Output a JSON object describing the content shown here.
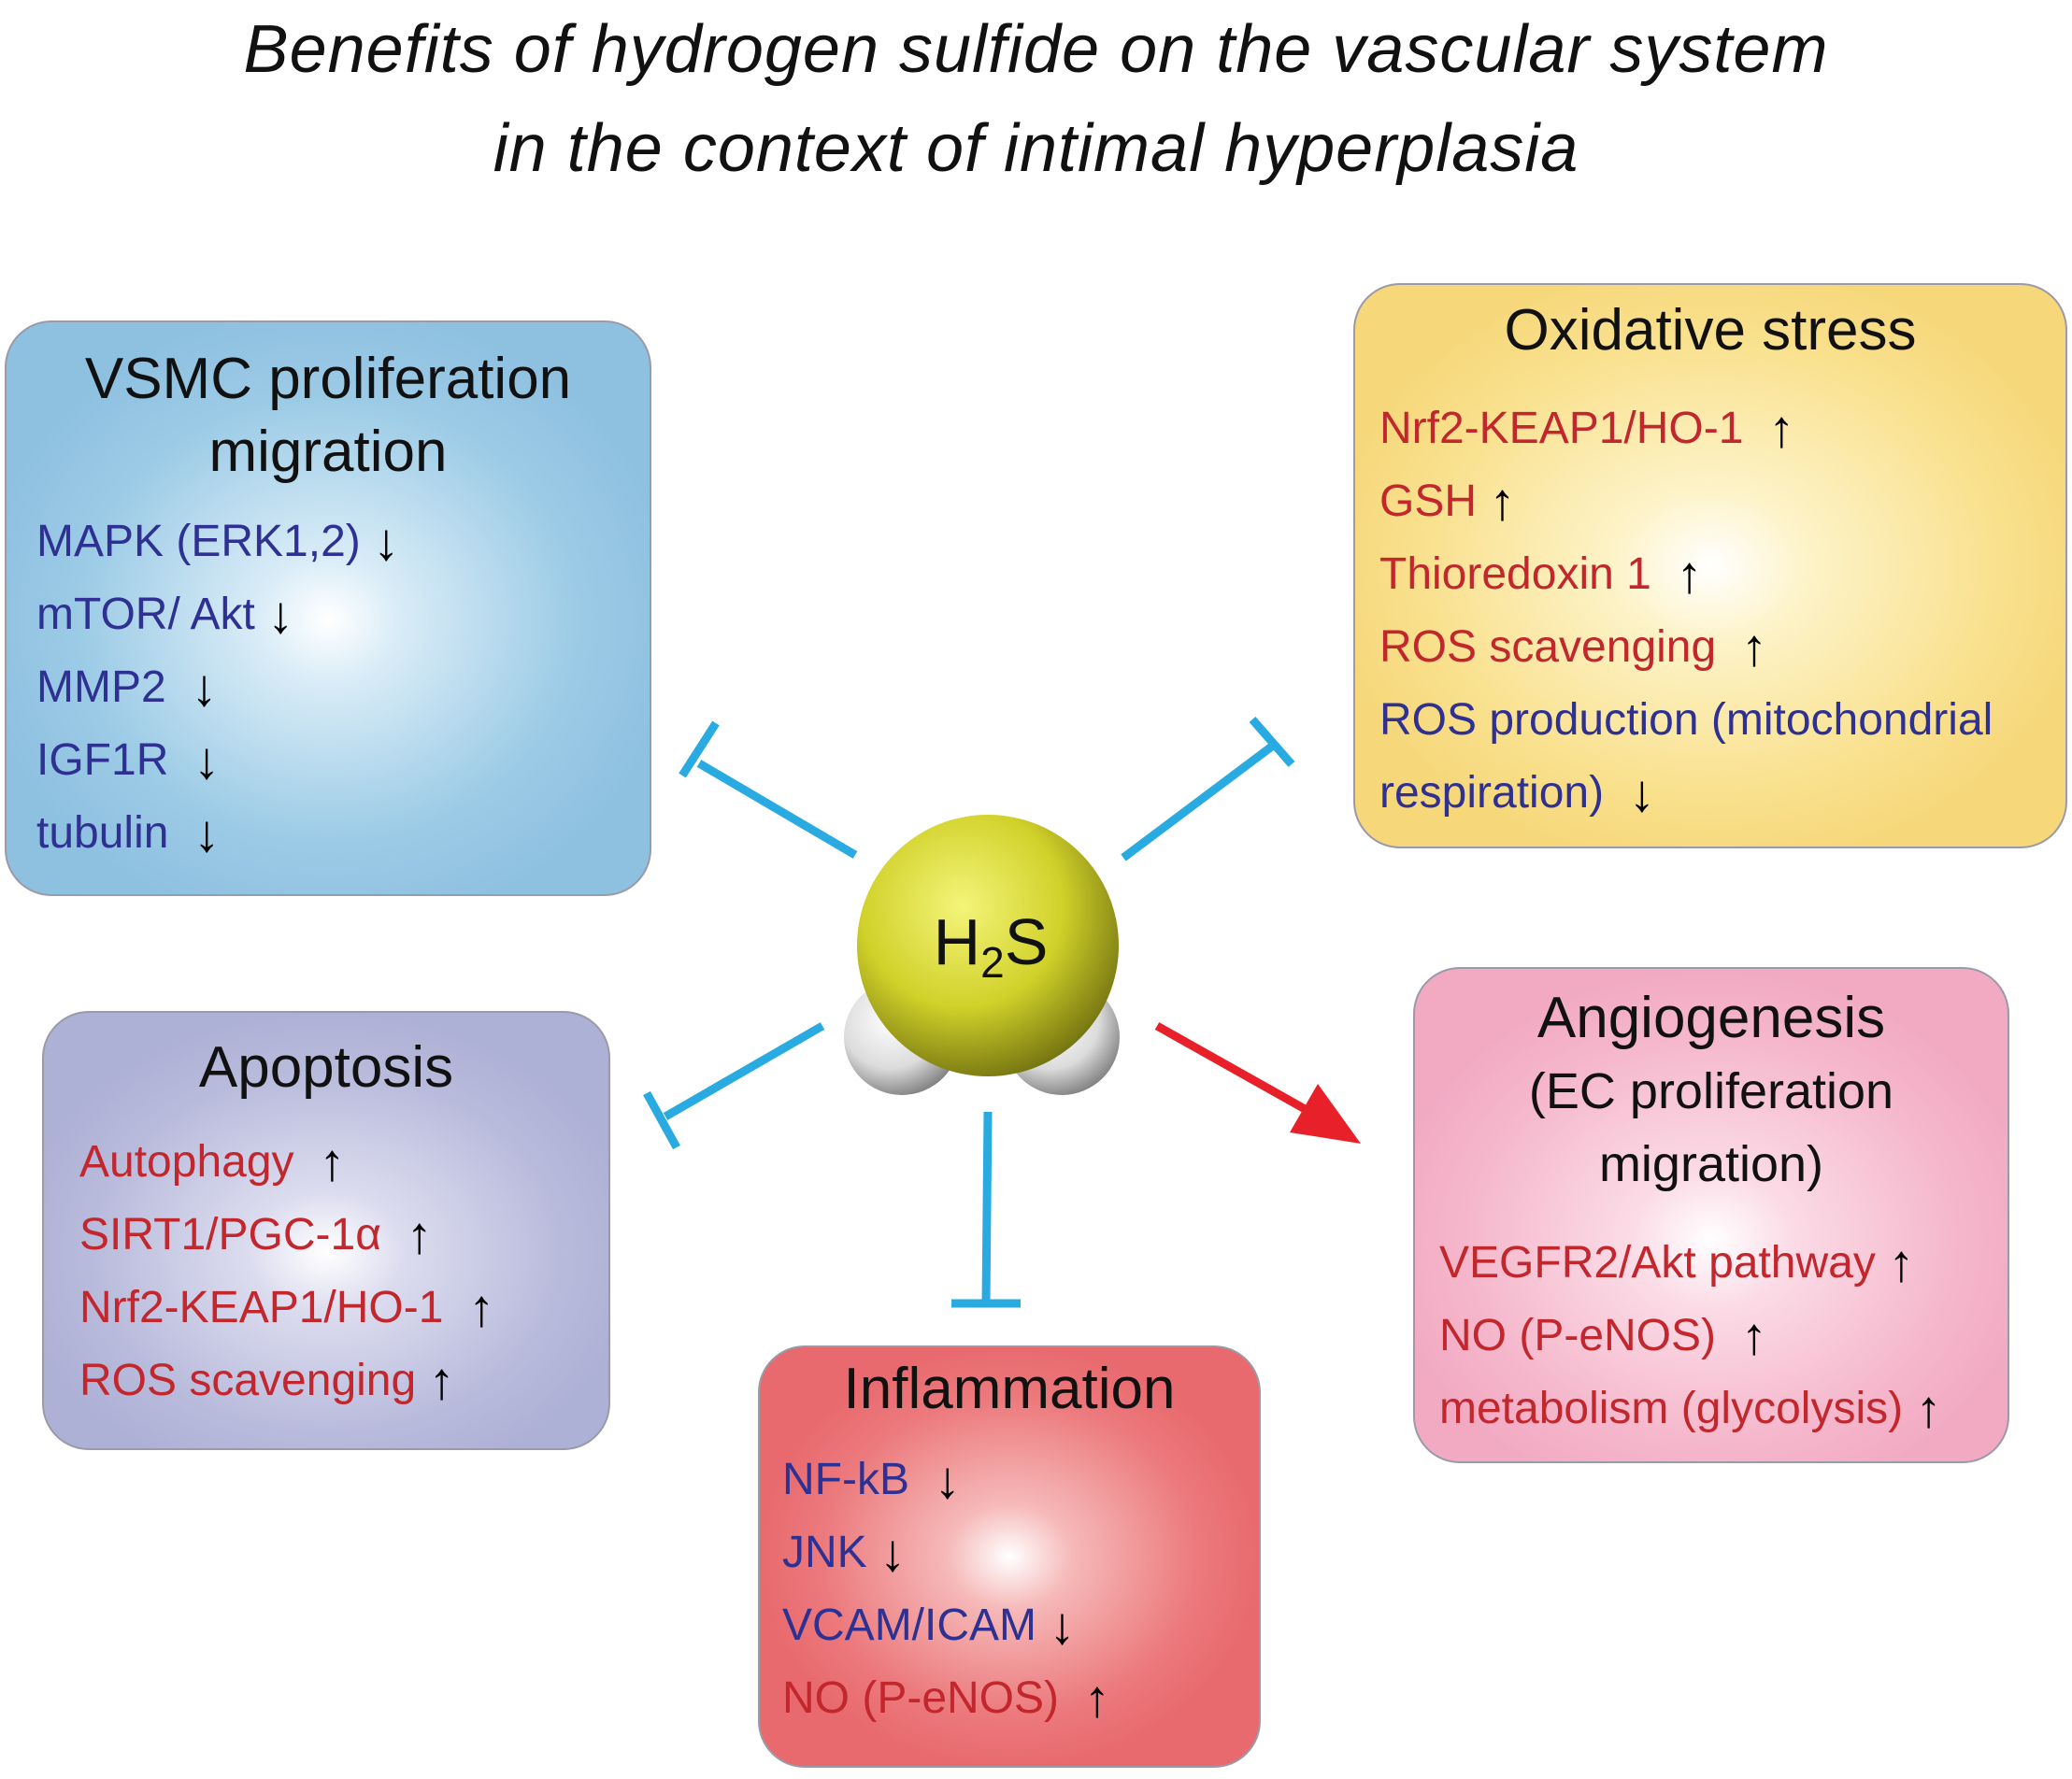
{
  "title": {
    "line1": "Benefits of hydrogen sulfide on the vascular system",
    "line2": "in the context of intimal hyperplasia"
  },
  "center": {
    "molecule": "H",
    "subscript": "2",
    "suffix": "S"
  },
  "boxes": {
    "vsmc": {
      "heading_line1": "VSMC proliferation",
      "heading_line2": "migration",
      "items": [
        {
          "label": "MAPK (ERK1,2)",
          "arrow": "↓"
        },
        {
          "label": "mTOR/ Akt",
          "arrow": "↓"
        },
        {
          "label": "MMP2",
          "arrow": "↓"
        },
        {
          "label": "IGF1R",
          "arrow": "↓"
        },
        {
          "label": "tubulin",
          "arrow": "↓"
        }
      ]
    },
    "oxidative": {
      "heading": "Oxidative stress",
      "items": [
        {
          "label": "Nrf2-KEAP1/HO-1",
          "arrow": "↑"
        },
        {
          "label": "GSH",
          "arrow": "↑"
        },
        {
          "label": "Thioredoxin 1",
          "arrow": "↑"
        },
        {
          "label": "ROS scavenging",
          "arrow": "↑"
        },
        {
          "label": "ROS production (mitochondrial",
          "arrow": ""
        },
        {
          "label": "respiration)",
          "arrow": "↓"
        }
      ]
    },
    "apoptosis": {
      "heading": "Apoptosis",
      "items": [
        {
          "label": "Autophagy",
          "arrow": "↑"
        },
        {
          "label": "SIRT1/PGC-1α",
          "arrow": "↑"
        },
        {
          "label": "Nrf2-KEAP1/HO-1",
          "arrow": "↑"
        },
        {
          "label": "ROS scavenging",
          "arrow": "↑"
        }
      ]
    },
    "inflammation": {
      "heading": "Inflammation",
      "items": [
        {
          "label": "NF-kB",
          "arrow": "↓"
        },
        {
          "label": "JNK",
          "arrow": "↓"
        },
        {
          "label": "VCAM/ICAM",
          "arrow": "↓"
        },
        {
          "label": "NO (P-eNOS)",
          "arrow": "↑"
        }
      ]
    },
    "angiogenesis": {
      "heading_line1": "Angiogenesis",
      "heading_line2": "(EC proliferation",
      "heading_line3": "migration)",
      "items": [
        {
          "label": "VEGFR2/Akt pathway",
          "arrow": "↑"
        },
        {
          "label": "NO (P-eNOS)",
          "arrow": "↑"
        },
        {
          "label": "metabolism (glycolysis)",
          "arrow": "↑"
        }
      ]
    }
  },
  "colors": {
    "inhibit": "#29abe2",
    "activate": "#e8202a",
    "down_text": "#2e3192",
    "up_text": "#c1272d",
    "sulfur": "#d4d42a",
    "hydrogen": "#e6e6e6"
  }
}
